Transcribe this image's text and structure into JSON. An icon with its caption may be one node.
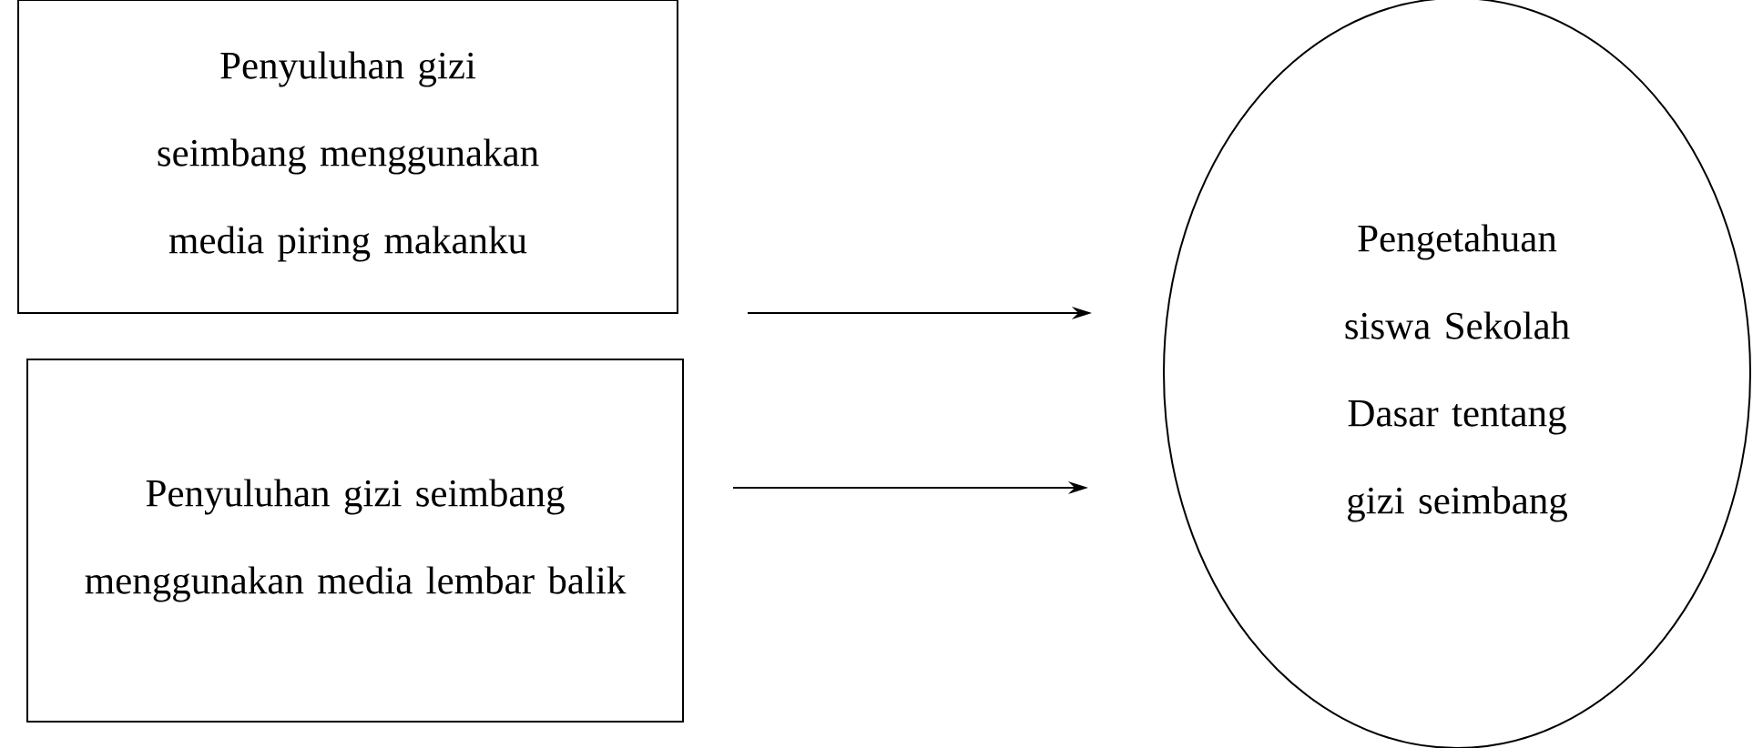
{
  "diagram": {
    "nodes": [
      {
        "text": [
          "Penyuluhan gizi seimbang menggunakan media piring makanku"
        ]
      },
      {
        "text": [
          "Penyuluhan gizi seimbang menggunakan media lembar balik"
        ]
      },
      {
        "text": [
          "Pengetahuan siswa Sekolah Dasar tentang gizi seimbang"
        ]
      }
    ],
    "edges": [
      {
        "from": 0,
        "to": 2,
        "arrow": "to"
      },
      {
        "from": 1,
        "to": 2,
        "arrow": "to"
      }
    ]
  }
}
